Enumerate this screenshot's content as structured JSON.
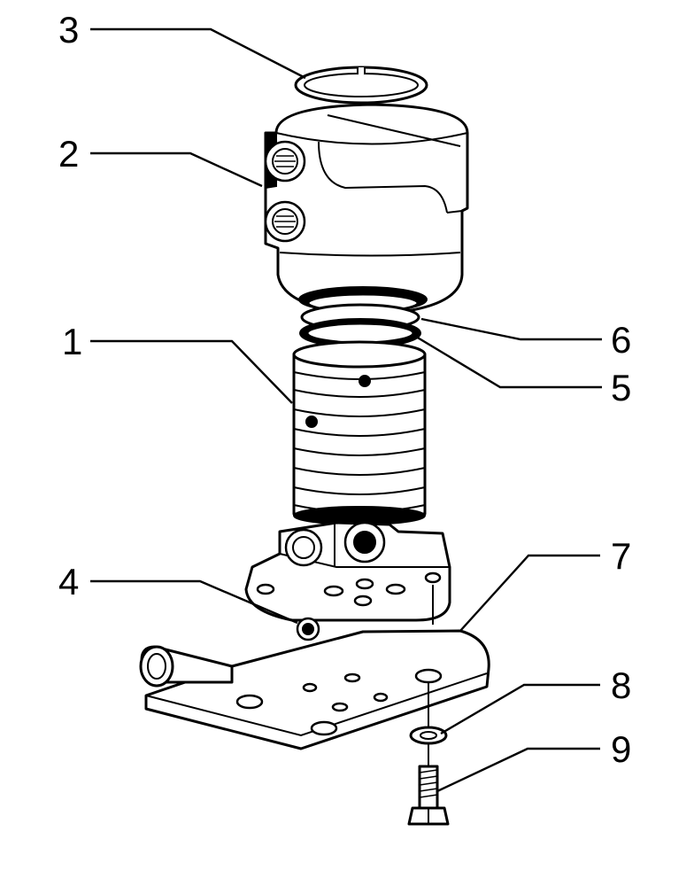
{
  "callouts": [
    {
      "id": "3",
      "text": "3"
    },
    {
      "id": "2",
      "text": "2"
    },
    {
      "id": "1",
      "text": "1"
    },
    {
      "id": "6",
      "text": "6"
    },
    {
      "id": "5",
      "text": "5"
    },
    {
      "id": "7",
      "text": "7"
    },
    {
      "id": "4",
      "text": "4"
    },
    {
      "id": "8",
      "text": "8"
    },
    {
      "id": "9",
      "text": "9"
    }
  ]
}
